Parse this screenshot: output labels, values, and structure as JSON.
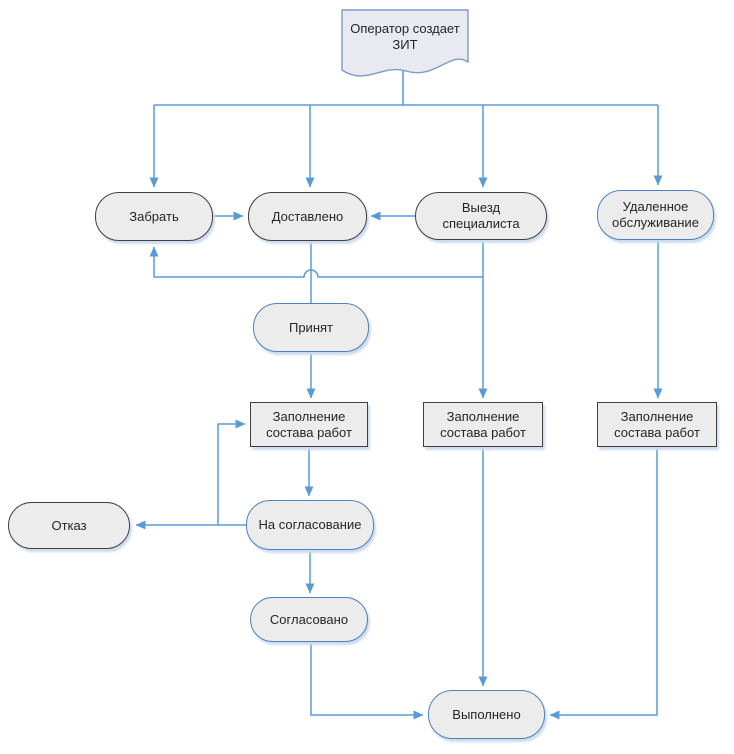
{
  "page": {
    "background": "#ffffff"
  },
  "colors": {
    "connector": "#5b9bd5",
    "node_fill": "#ececec",
    "node_border_dark": "#404040",
    "node_border_blue": "#4f81bd",
    "document_fill": "#e9e9f2",
    "document_border": "#7f9bc8",
    "shadow": "#ccdcee",
    "text": "#262626"
  },
  "nodes": {
    "operator": {
      "label": "Оператор создает ЗИТ",
      "shape": "document"
    },
    "zabrat": {
      "label": "Забрать",
      "shape": "stadium",
      "border": "dark"
    },
    "dostavleno": {
      "label": "Доставлено",
      "shape": "stadium",
      "border": "dark"
    },
    "vyezd": {
      "label": "Выезд специалиста",
      "shape": "stadium",
      "border": "dark"
    },
    "udalennoe": {
      "label": "Удаленное обслуживание",
      "shape": "stadium",
      "border": "blue"
    },
    "prinyat": {
      "label": "Принят",
      "shape": "stadium",
      "border": "blue"
    },
    "zapolnenie1": {
      "label": "Заполнение состава работ",
      "shape": "rect",
      "border": "dark"
    },
    "zapolnenie2": {
      "label": "Заполнение состава работ",
      "shape": "rect",
      "border": "dark"
    },
    "zapolnenie3": {
      "label": "Заполнение состава работ",
      "shape": "rect",
      "border": "dark"
    },
    "otkaz": {
      "label": "Отказ",
      "shape": "stadium",
      "border": "dark"
    },
    "na_soglasovanie": {
      "label": "На согласование",
      "shape": "stadium",
      "border": "blue"
    },
    "soglasovano": {
      "label": "Согласовано",
      "shape": "stadium",
      "border": "blue"
    },
    "vypolneno": {
      "label": "Выполнено",
      "shape": "stadium",
      "border": "blue"
    }
  },
  "edges": [
    {
      "from": "operator",
      "to": "zabrat"
    },
    {
      "from": "operator",
      "to": "dostavleno"
    },
    {
      "from": "operator",
      "to": "vyezd"
    },
    {
      "from": "operator",
      "to": "udalennoe"
    },
    {
      "from": "zabrat",
      "to": "dostavleno"
    },
    {
      "from": "vyezd",
      "to": "dostavleno"
    },
    {
      "from": "vyezd",
      "to": "zabrat"
    },
    {
      "from": "dostavleno",
      "to": "prinyat"
    },
    {
      "from": "prinyat",
      "to": "zapolnenie1"
    },
    {
      "from": "vyezd",
      "to": "zapolnenie2"
    },
    {
      "from": "udalennoe",
      "to": "zapolnenie3"
    },
    {
      "from": "zapolnenie1",
      "to": "na_soglasovanie"
    },
    {
      "from": "na_soglasovanie",
      "to": "otkaz"
    },
    {
      "from": "na_soglasovanie",
      "to": "zapolnenie1"
    },
    {
      "from": "na_soglasovanie",
      "to": "soglasovano"
    },
    {
      "from": "soglasovano",
      "to": "vypolneno"
    },
    {
      "from": "zapolnenie2",
      "to": "vypolneno"
    },
    {
      "from": "zapolnenie3",
      "to": "vypolneno"
    }
  ]
}
